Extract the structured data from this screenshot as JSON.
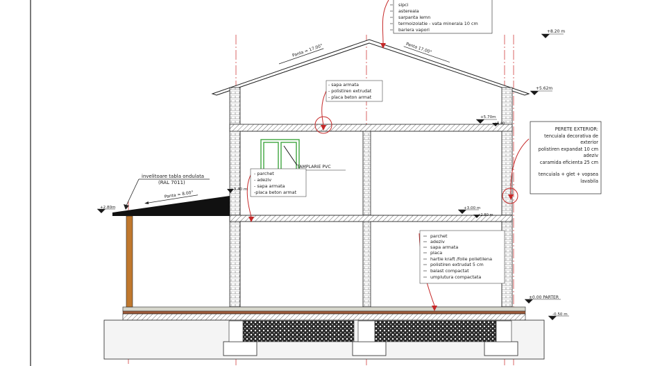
{
  "colors": {
    "accent_red": "#c62828",
    "window_green": "#3fa63f",
    "post_orange": "#c0782e",
    "line": "#1a1a1a",
    "hatch": "#6a6a6a"
  },
  "roof_layers_note": [
    "sipci",
    "astereala",
    "sarpanta lemn",
    "termoizolatie - vata minerala 10 cm",
    "bariera vapori"
  ],
  "roof_slope_left": "Panta = 17.00°",
  "roof_slope_right": "Panta 17.00°",
  "ceiling_note": [
    "- sapa armata",
    "- polistiren extrudat",
    "- placa beton armat"
  ],
  "window_label": "TAMPLARIE PVC",
  "upper_floor_note": [
    "- parchet",
    "- adeziv",
    "- sapa armata",
    "-placa beton armat"
  ],
  "canopy_label": [
    "invelitoare tabla ondulata",
    "(RAL 7011)"
  ],
  "canopy_slope": "Panta = 8.00°",
  "exterior_wall_note": {
    "title": "PERETE EXTERIOR:",
    "lines": [
      "tencuiala decorativa de",
      "exterior",
      "polistiren expandat 10 cm",
      "adeziv",
      "caramida eficienta 25 cm",
      "",
      "tencuiala + glet + vopsea",
      "lavabila"
    ]
  },
  "ground_floor_note": [
    "parchet",
    "adeziv",
    "sapa armata",
    "placa",
    "hartie kraft /folie polietilena",
    "polistiren extrudat 5 cm",
    "balast compactat",
    "umplutura compactata"
  ],
  "levels": {
    "top": "+8.20 m",
    "eave": "+5.62m",
    "attic_floor": "+5.70m",
    "attic_floor_b": "+5.40",
    "canopy_top": "+3.40 m",
    "canopy_eave": "+2.80m",
    "first_floor": "+3.00 m",
    "first_floor_b": "+2.80 m",
    "ground": "±0.00 PARTER",
    "foundation": "-0.50 m"
  }
}
